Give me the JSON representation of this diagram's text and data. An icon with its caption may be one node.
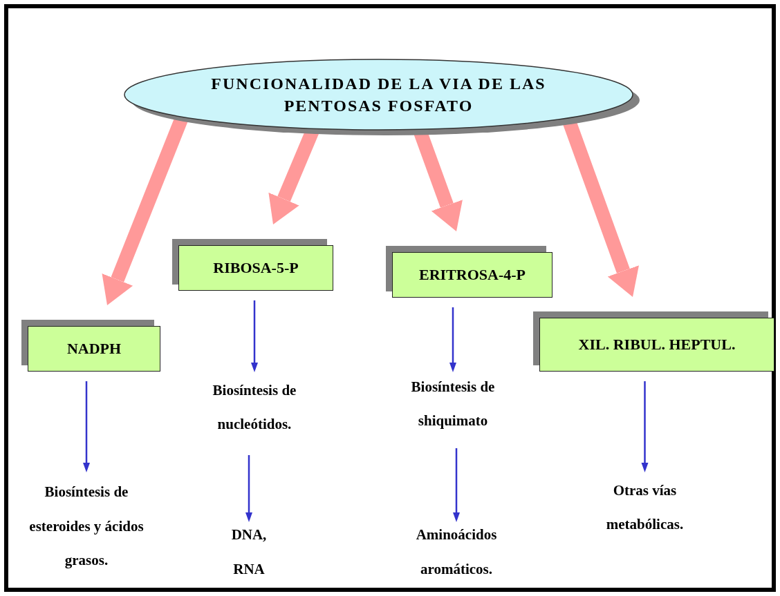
{
  "diagram": {
    "nodes": [
      {
        "text": [
          "FUNCIONALIDAD DE LA VIA DE LAS PENTOSAS FOSFATO"
        ]
      },
      {
        "text": [
          "NADPH"
        ]
      },
      {
        "text": [
          "Biosíntesis de esteroides y ácidos grasos."
        ]
      },
      {
        "text": [
          "RIBOSA-5-P"
        ]
      },
      {
        "text": [
          "Biosíntesis de nucleótidos."
        ]
      },
      {
        "text": [
          "DNA, RNA"
        ]
      },
      {
        "text": [
          "ERITROSA-4-P"
        ]
      },
      {
        "text": [
          "Biosíntesis de shiquimato"
        ]
      },
      {
        "text": [
          "Aminoácidos aromáticos."
        ]
      },
      {
        "text": [
          "XIL. RIBUL. HEPTUL."
        ]
      },
      {
        "text": [
          "Otras vías metabólicas."
        ]
      }
    ],
    "edges": [
      {
        "from": 0,
        "to": 1,
        "arrow": "to",
        "style": "thick",
        "color": "#ff9999"
      },
      {
        "from": 0,
        "to": 3,
        "arrow": "to",
        "style": "thick",
        "color": "#ff9999"
      },
      {
        "from": 0,
        "to": 6,
        "arrow": "to",
        "style": "thick",
        "color": "#ff9999"
      },
      {
        "from": 0,
        "to": 9,
        "arrow": "to",
        "style": "thick",
        "color": "#ff9999"
      },
      {
        "from": 1,
        "to": 2,
        "arrow": "to"
      },
      {
        "from": 3,
        "to": 4,
        "arrow": "to"
      },
      {
        "from": 4,
        "to": 5,
        "arrow": "to"
      },
      {
        "from": 6,
        "to": 7,
        "arrow": "to"
      },
      {
        "from": 7,
        "to": 8,
        "arrow": "to"
      },
      {
        "from": 9,
        "to": 10,
        "arrow": "to"
      }
    ]
  }
}
